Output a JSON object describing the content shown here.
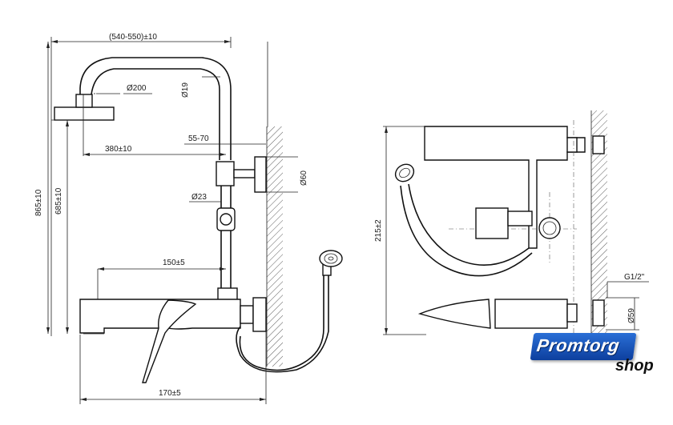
{
  "dimensions": {
    "top_width": "(540-550)±10",
    "head_diameter": "Ø200",
    "pipe_diameter": "Ø19",
    "head_offset": "380±10",
    "wall_gap": "55-70",
    "bracket_diameter": "Ø60",
    "pipe_lower_diameter": "Ø23",
    "total_height": "865±10",
    "mixer_to_head_height": "685±10",
    "spout_offset": "150±5",
    "spout_reach": "170±5",
    "side_height": "215±2",
    "thread": "G1/2\"",
    "eccentric_diameter": "Ø59"
  },
  "logo": {
    "brand_top": "Promtorg",
    "brand_bottom": "shop"
  }
}
